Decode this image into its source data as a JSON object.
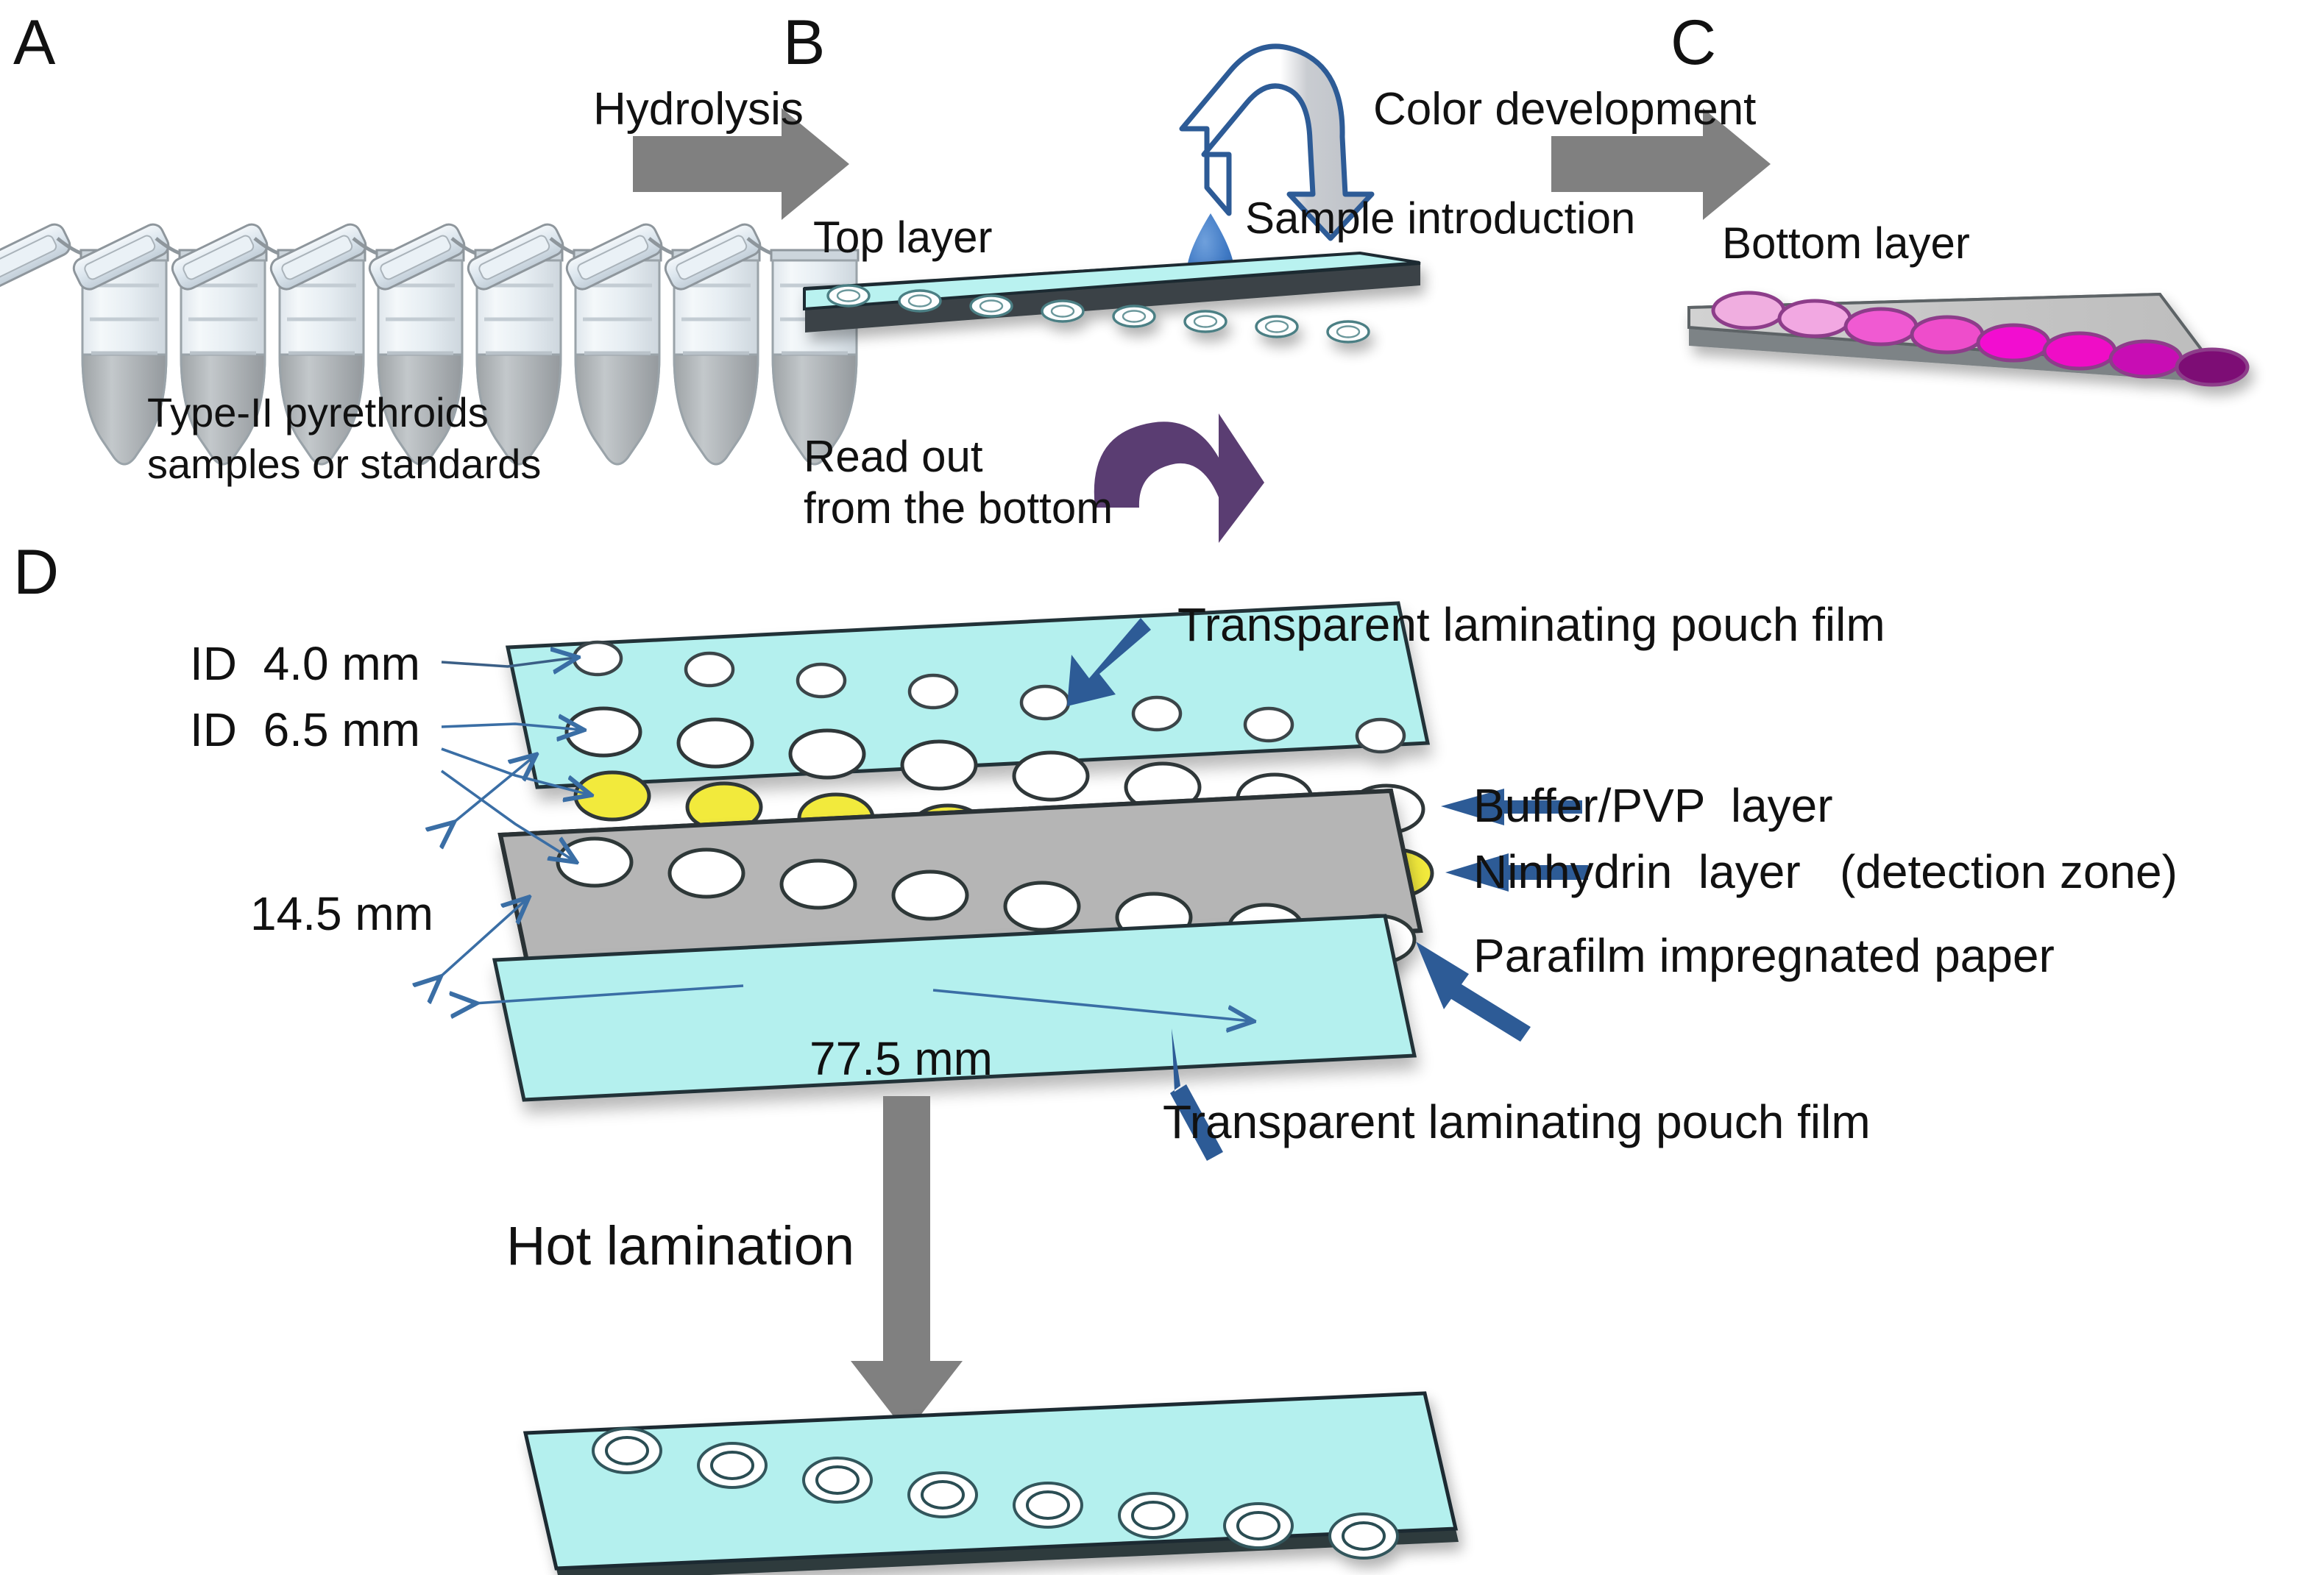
{
  "figure": {
    "type": "scientific-schematic",
    "title": "Paper-based microfluidic strip assay workflow for Type-II pyrethroids",
    "background": "#ffffff"
  },
  "panels": {
    "a": {
      "letter": "A",
      "caption_line1": "Type-II pyrethroids",
      "caption_line2": "samples or standards",
      "tube_count": 8,
      "tube_fill_color": "#a9a9a9",
      "tube_body_color": "#e9eef2"
    },
    "b": {
      "letter": "B",
      "top_layer_label": "Top layer",
      "sample_introduction_label": "Sample introduction",
      "readout_label_line1": "Read out",
      "readout_label_line2": "from the bottom",
      "well_count": 8,
      "strip_color": "#b4f0ee",
      "droplet_color": "#3c78c8",
      "readout_arrow_color": "#5a3d72",
      "sample_arrow_color": "#2d5b96"
    },
    "c": {
      "letter": "C",
      "bottom_layer_label": "Bottom layer",
      "spot_count": 8,
      "strip_color": "#c8c8c8",
      "spot_colors": [
        "#f0aee0",
        "#f2a8e2",
        "#f05ad2",
        "#ee4ecb",
        "#f210d0",
        "#ef0ac6",
        "#c80fb4",
        "#7d0a74"
      ]
    },
    "d": {
      "letter": "D",
      "dimensions": {
        "hole_small": "ID  4.0 mm",
        "hole_large": "ID  6.5 mm",
        "strip_width": "14.5 mm",
        "strip_length": "77.5 mm"
      },
      "layers": [
        {
          "name": "top-laminating-film",
          "label": "Transparent laminating pouch film",
          "color": "#b4f0ee",
          "holes": 8,
          "hole_size": "small"
        },
        {
          "name": "buffer-pvp-layer",
          "label": "Buffer/PVP  layer",
          "color": "#ffffff",
          "holes": 8,
          "hole_size": "large"
        },
        {
          "name": "ninhydrin-layer",
          "label": "Ninhydrin  layer   (detection zone)",
          "color": "#f2ea3c",
          "holes": 8,
          "hole_size": "large"
        },
        {
          "name": "parafilm-paper",
          "label": "Parafilm impregnated paper",
          "color": "#b5b5b5",
          "holes": 8,
          "hole_size": "large"
        },
        {
          "name": "bottom-laminating-film",
          "label": "Transparent laminating pouch film",
          "color": "#b4f0ee",
          "holes": 0,
          "hole_size": "none"
        }
      ],
      "process_label": "Hot lamination",
      "process_arrow_color": "#808080",
      "leader_color": "#3a6ea5",
      "final_strip": {
        "name": "laminated-strip",
        "color": "#b4f0ee",
        "wells": 8
      }
    }
  },
  "process_arrows": [
    {
      "name": "hydrolysis-arrow",
      "label": "Hydrolysis",
      "color": "#808080"
    },
    {
      "name": "color-development-arrow",
      "label": "Color development",
      "color": "#808080"
    }
  ]
}
